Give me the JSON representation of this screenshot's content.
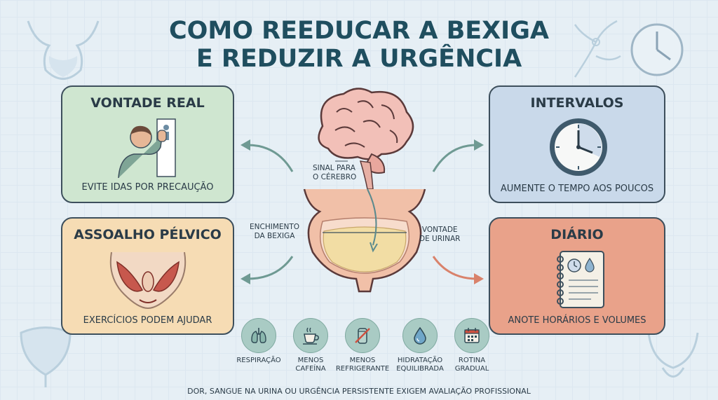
{
  "title": {
    "line1": "COMO REEDUCAR A BEXIGA",
    "line2": "E REDUZIR A URGÊNCIA"
  },
  "cards": {
    "vontade": {
      "title": "VONTADE REAL",
      "caption": "EVITE IDAS POR PRECAUÇÃO"
    },
    "assoalho": {
      "title": "ASSOALHO PÉLVICO",
      "caption": "EXERCÍCIOS PODEM AJUDAR"
    },
    "intervalos": {
      "title": "INTERVALOS",
      "caption": "AUMENTE O TEMPO AOS POUCOS"
    },
    "diario": {
      "title": "DIÁRIO",
      "caption": "ANOTE HORÁRIOS E VOLUMES"
    }
  },
  "center": {
    "sinal": [
      "SINAL PARA",
      "O CÉREBRO"
    ],
    "enchimento": [
      "ENCHIMENTO",
      "DA BEXIGA"
    ],
    "vontade": [
      "VONTADE",
      "DE URINAR"
    ]
  },
  "tips": [
    {
      "icon": "lungs-icon",
      "label": [
        "RESPIRAÇÃO"
      ]
    },
    {
      "icon": "coffee-cup-icon",
      "label": [
        "MENOS",
        "CAFEÍNA"
      ]
    },
    {
      "icon": "soda-can-icon",
      "label": [
        "MENOS",
        "REFRIGERANTE"
      ]
    },
    {
      "icon": "water-drop-icon",
      "label": [
        "HIDRATAÇÃO",
        "EQUILIBRADA"
      ]
    },
    {
      "icon": "calendar-icon",
      "label": [
        "ROTINA",
        "GRADUAL"
      ]
    }
  ],
  "footer": "DOR, SANGUE NA URINA OU URGÊNCIA PERSISTENTE EXIGEM AVALIAÇÃO PROFISSIONAL",
  "colors": {
    "background": "#e6eff5",
    "title": "#1f4e5f",
    "card_green": "#cfe6d0",
    "card_orange": "#f6dcb4",
    "card_blue": "#c9d9ea",
    "card_red": "#e9a28a",
    "tip_circle": "#a9cbc4",
    "brain": "#f2c0b8",
    "bladder": "#f1c0a8",
    "urine": "#f2dda4"
  }
}
